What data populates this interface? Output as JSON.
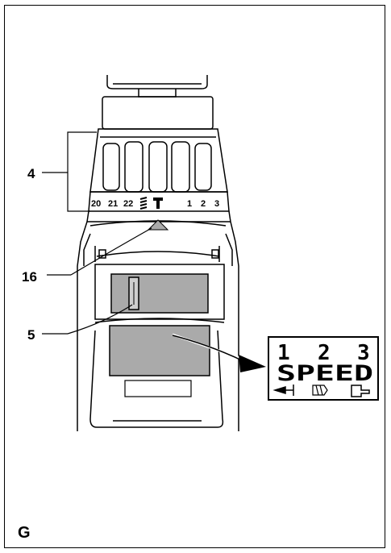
{
  "figure_label": "G",
  "callouts": [
    {
      "id": "4",
      "label": "4"
    },
    {
      "id": "16",
      "label": "16"
    },
    {
      "id": "5",
      "label": "5"
    }
  ],
  "torque_ring": {
    "marks": [
      "20",
      "21",
      "22",
      "1",
      "2",
      "3"
    ],
    "drill_symbol": "drill-icon",
    "hammer_symbol": "hammer-icon"
  },
  "speed_label": {
    "numbers": [
      "1",
      "2",
      "3"
    ],
    "word": "SPEED",
    "icons": [
      "screw-icon",
      "drill-bit-icon",
      "hammer-icon"
    ]
  }
}
